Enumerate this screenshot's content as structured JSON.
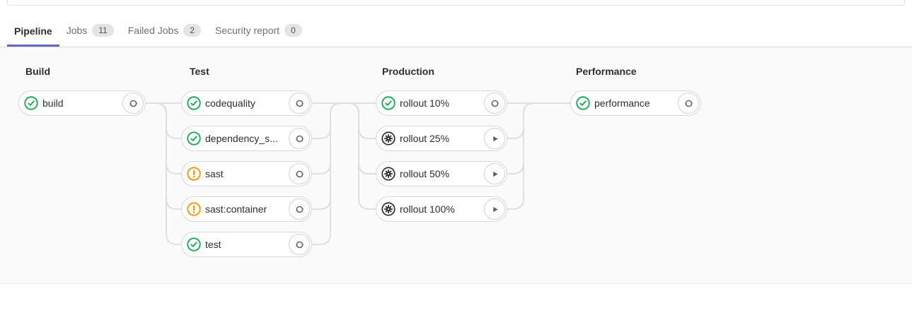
{
  "tabs": [
    {
      "label": "Pipeline",
      "badge": null,
      "active": true
    },
    {
      "label": "Jobs",
      "badge": "11",
      "active": false
    },
    {
      "label": "Failed Jobs",
      "badge": "2",
      "active": false
    },
    {
      "label": "Security report",
      "badge": "0",
      "active": false
    }
  ],
  "graph": {
    "stages": [
      {
        "name": "Build",
        "jobs": [
          {
            "name": "build",
            "status": "success",
            "action": "retry"
          }
        ]
      },
      {
        "name": "Test",
        "jobs": [
          {
            "name": "codequality",
            "status": "success",
            "action": "retry"
          },
          {
            "name": "dependency_s...",
            "status": "success",
            "action": "retry"
          },
          {
            "name": "sast",
            "status": "warning",
            "action": "retry"
          },
          {
            "name": "sast:container",
            "status": "warning",
            "action": "retry"
          },
          {
            "name": "test",
            "status": "success",
            "action": "retry"
          }
        ]
      },
      {
        "name": "Production",
        "jobs": [
          {
            "name": "rollout 10%",
            "status": "success",
            "action": "retry"
          },
          {
            "name": "rollout 25%",
            "status": "manual",
            "action": "play"
          },
          {
            "name": "rollout 50%",
            "status": "manual",
            "action": "play"
          },
          {
            "name": "rollout 100%",
            "status": "manual",
            "action": "play"
          }
        ]
      },
      {
        "name": "Performance",
        "jobs": [
          {
            "name": "performance",
            "status": "success",
            "action": "retry"
          }
        ]
      }
    ]
  },
  "colors": {
    "accent_tab_underline": "#6666c4",
    "status_success": "#1aaa55",
    "status_warning": "#fc9403",
    "status_manual": "#2e2e2e",
    "connector": "#dfdfdf",
    "content_background": "#fafafa"
  }
}
